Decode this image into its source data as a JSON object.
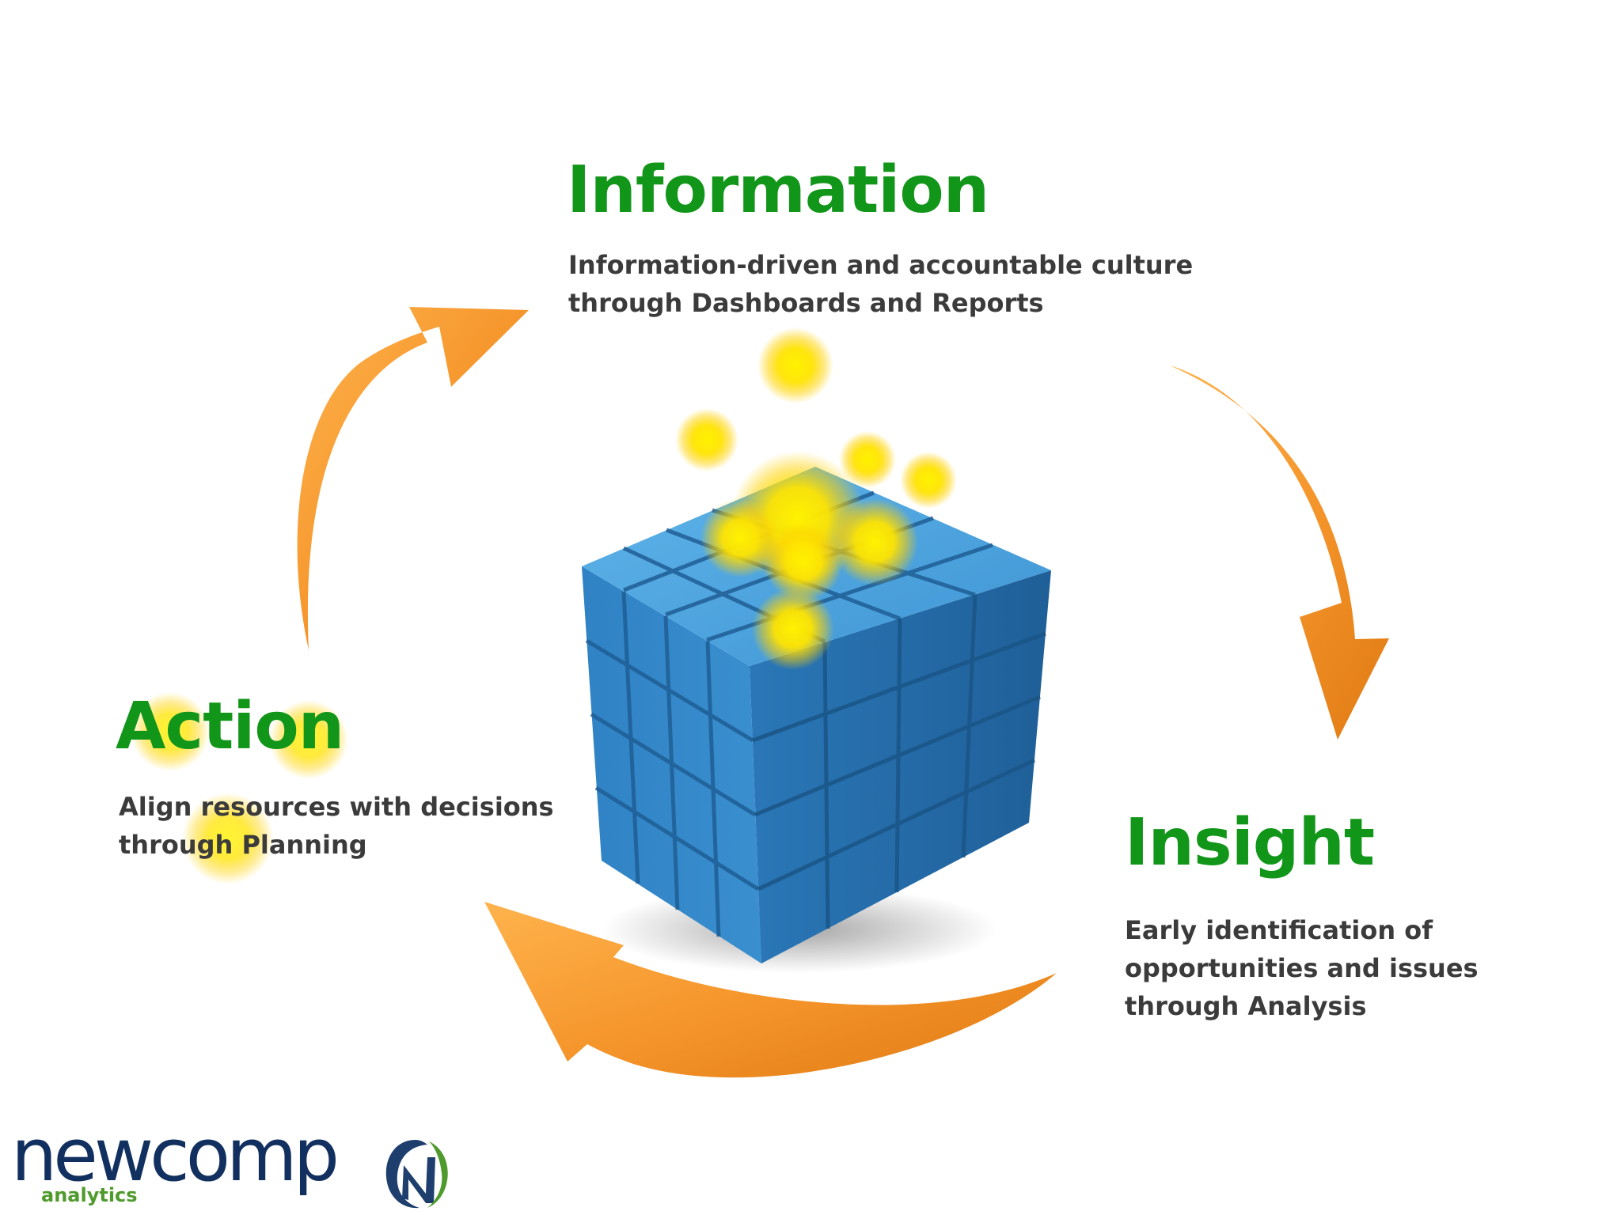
{
  "diagram": {
    "information": {
      "title": "Information",
      "lines": [
        "Information-driven and accountable culture",
        "through Dashboards and Reports"
      ]
    },
    "insight": {
      "title": "Insight",
      "lines": [
        "Early identification of",
        "opportunities and issues",
        "through Analysis"
      ]
    },
    "action": {
      "title": "Action",
      "lines": [
        "Align resources with decisions",
        "through Planning"
      ]
    },
    "colors": {
      "heading_green": "#12961a",
      "body_text": "#3b3b3b",
      "arrow_orange": "#f39a2c",
      "cube_blue": "#3a8fcf",
      "glow_yellow": "#fff200"
    },
    "icons": [
      "cycle-arrow",
      "data-cube",
      "glowing-orbs",
      "newcomp-n-mark"
    ]
  },
  "logo": {
    "wordmark": "newcomp",
    "tagline": "analytics"
  }
}
